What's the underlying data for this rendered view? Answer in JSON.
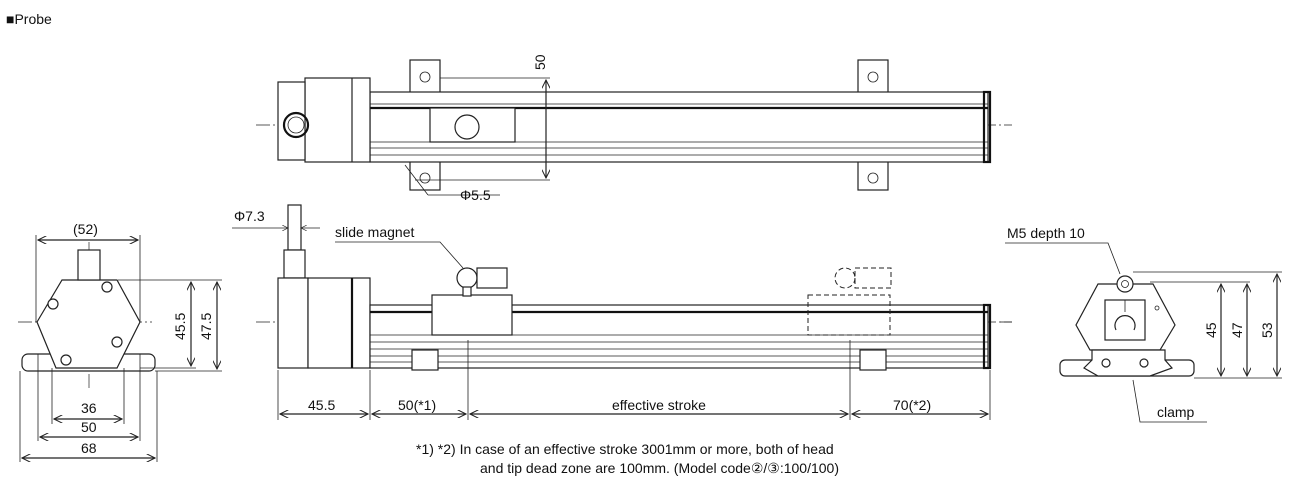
{
  "title": "■Probe",
  "top_view": {
    "height_dim": "50",
    "hole_dim": "Φ5.5"
  },
  "side_view": {
    "cable_dim": "Φ7.3",
    "slide_magnet_label": "slide magnet",
    "dims": {
      "head": "45.5",
      "dead_head": "50(*1)",
      "stroke": "effective stroke",
      "dead_tip": "70(*2)"
    },
    "note_line1": "*1) *2) In case of an effective stroke 3001mm or more, both of head",
    "note_line2": "and tip dead zone are 100mm. (Model code②/③:100/100)"
  },
  "left_end_view": {
    "width_top": "(52)",
    "height_a": "45.5",
    "height_b": "47.5",
    "w1": "36",
    "w2": "50",
    "w3": "68"
  },
  "right_end_view": {
    "tap_label": "M5 depth 10",
    "h1": "45",
    "h2": "47",
    "h3": "53",
    "clamp_label": "clamp"
  }
}
